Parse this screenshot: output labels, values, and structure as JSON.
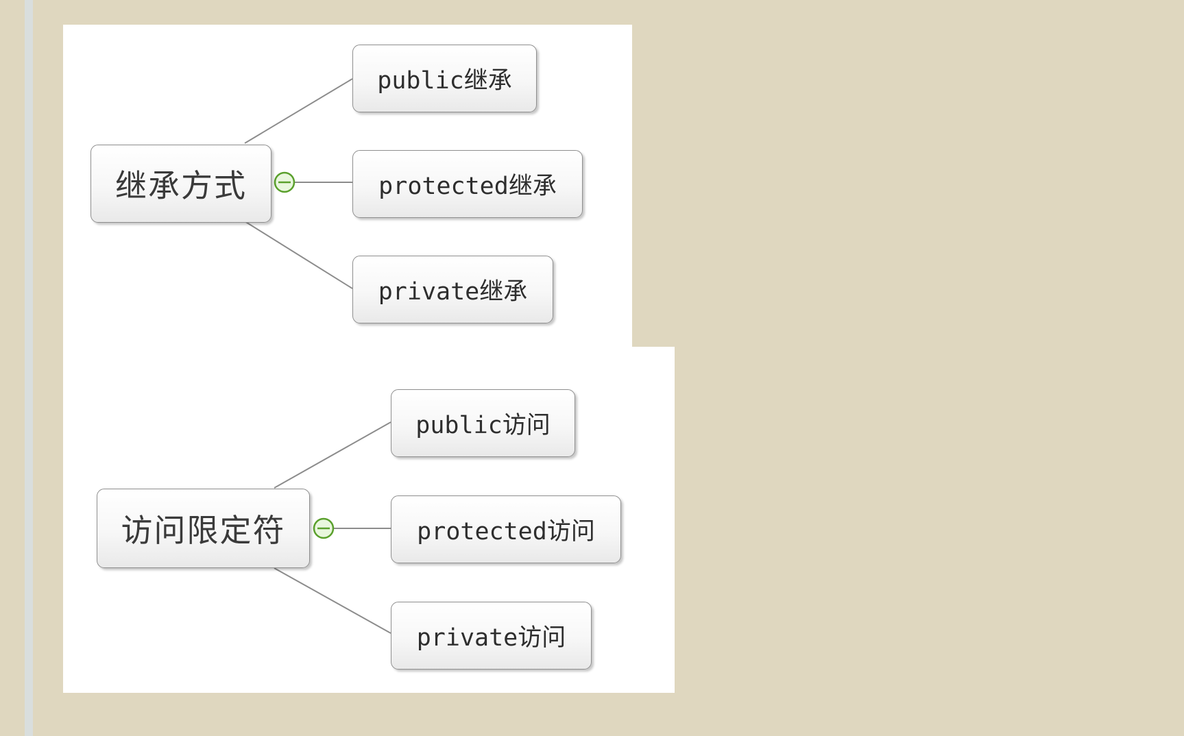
{
  "background_color": "#dfd7bf",
  "connector_color": "#8c8c8c",
  "collapse_icon_color": "#5aa02c",
  "diagrams": [
    {
      "root": "继承方式",
      "children": [
        "public继承",
        "protected继承",
        "private继承"
      ]
    },
    {
      "root": "访问限定符",
      "children": [
        "public访问",
        "protected访问",
        "private访问"
      ]
    }
  ]
}
